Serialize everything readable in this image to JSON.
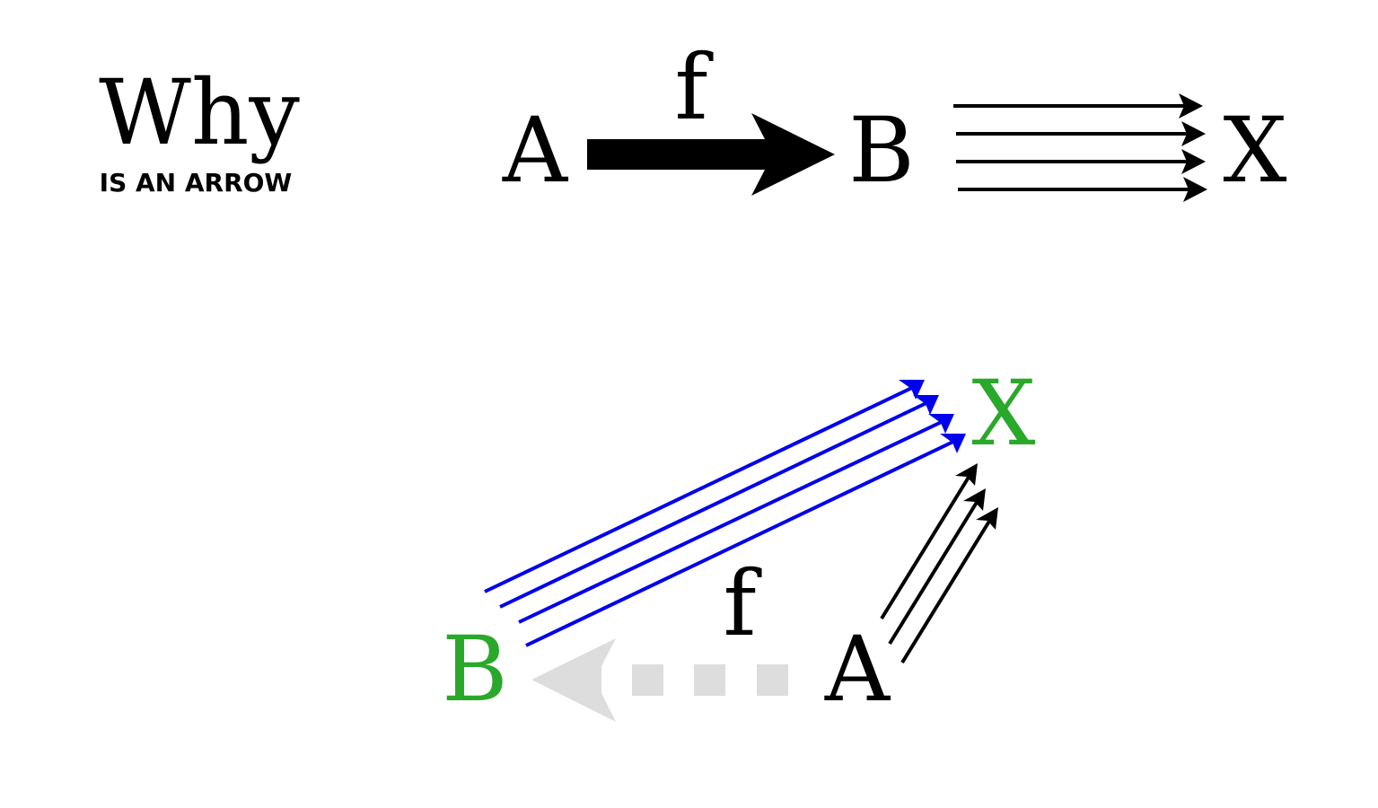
{
  "title": {
    "main": "Why",
    "subtitle": "IS AN ARROW"
  },
  "top_diagram": {
    "node_a": "A",
    "node_b": "B",
    "node_x": "X",
    "arrow_label": "f"
  },
  "bottom_diagram": {
    "node_b": "B",
    "node_x": "X",
    "node_a": "A",
    "arrow_label": "f"
  },
  "colors": {
    "black": "#000000",
    "blue": "#0000ee",
    "green": "#2aa82a",
    "gray": "#dddddd"
  }
}
